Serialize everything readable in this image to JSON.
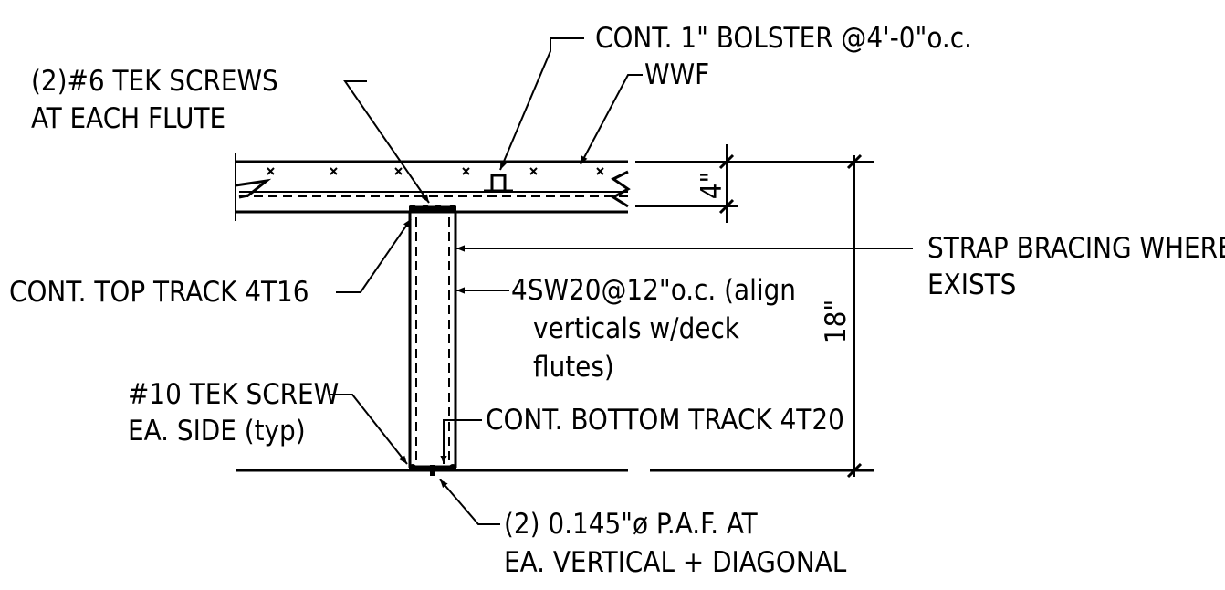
{
  "labels": {
    "bolster": "CONT. 1\" BOLSTER @4'-0\"o.c.",
    "tek6_line1": "(2)#6 TEK SCREWS",
    "tek6_line2": "AT EACH FLUTE",
    "wwf": "WWF",
    "dim_4": "4\"",
    "strap_line1": "STRAP BRACING WHERE",
    "strap_line2": "EXISTS",
    "top_track": "CONT. TOP TRACK 4T16",
    "studs_line1": "4SW20@12\"o.c. (align",
    "studs_line2": "verticals w/deck",
    "studs_line3": "flutes)",
    "dim_18": "18\"",
    "tek10_line1": "#10 TEK SCREW",
    "tek10_line2": "EA. SIDE (typ)",
    "bottom_track": "CONT. BOTTOM TRACK 4T20",
    "paf_line1": "(2) 0.145\"ø P.A.F. AT",
    "paf_line2": "EA. VERTICAL + DIAGONAL"
  },
  "icons": [
    "arrowhead",
    "break-line",
    "wire-cross",
    "screw-dot"
  ]
}
